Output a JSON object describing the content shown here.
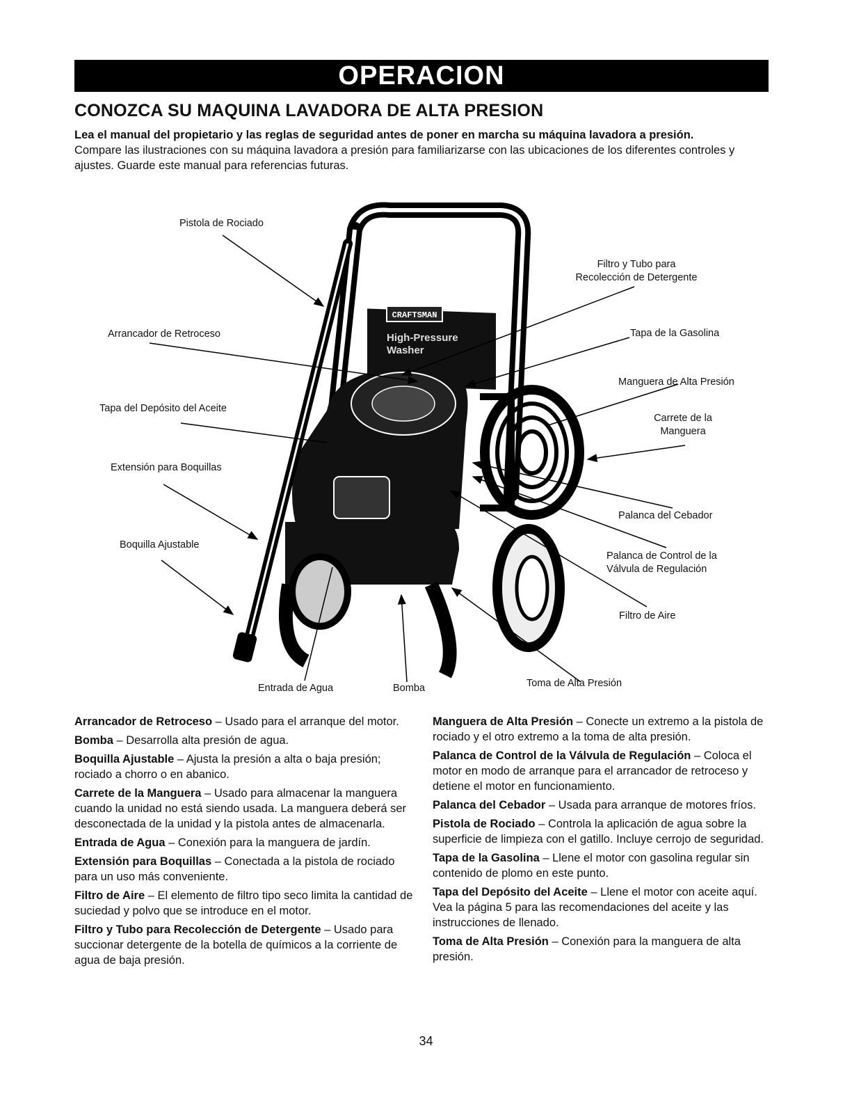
{
  "section_banner": "OPERACION",
  "heading": "CONOZCA SU MAQUINA LAVADORA DE ALTA PRESION",
  "intro": {
    "lead": "Lea el manual del propietario y las reglas de seguridad antes de poner en marcha su máquina lavadora a presión.",
    "body": "Compare las ilustraciones con su máquina lavadora a presión para familiarizarse con las ubicaciones de los diferentes controles y ajustes. Guarde este manual para referencias futuras."
  },
  "figure": {
    "brand": "CRAFTSMAN",
    "product_line1": "High-Pressure",
    "product_line2": "Washer",
    "callouts": {
      "pistola": "Pistola de Rociado",
      "arrancador": "Arrancador de Retroceso",
      "tapa_aceite": "Tapa del Depósito del Aceite",
      "extension": "Extensión para Boquillas",
      "boquilla": "Boquilla Ajustable",
      "entrada": "Entrada de Agua",
      "bomba": "Bomba",
      "toma": "Toma de Alta Presión",
      "filtro_tubo_1": "Filtro y Tubo para",
      "filtro_tubo_2": "Recolección de Detergente",
      "tapa_gasolina": "Tapa de la Gasolina",
      "manguera": "Manguera de Alta Presión",
      "carrete_1": "Carrete de la",
      "carrete_2": "Manguera",
      "cebador": "Palanca del Cebador",
      "palanca_control_1": "Palanca de Control de la",
      "palanca_control_2": "Válvula de Regulación",
      "filtro_aire": "Filtro de Aire"
    }
  },
  "definitions_left": [
    {
      "term": "Arrancador de Retroceso",
      "text": " – Usado para el arranque del motor."
    },
    {
      "term": "Bomba",
      "text": " – Desarrolla alta presión de agua."
    },
    {
      "term": "Boquilla Ajustable",
      "text": " – Ajusta la presión a alta o baja presión; rociado a chorro o en abanico."
    },
    {
      "term": "Carrete de la Manguera",
      "text": " – Usado para almacenar la manguera cuando la unidad no está siendo usada. La manguera deberá ser desconectada de la unidad y la pistola antes de almacenarla."
    },
    {
      "term": "Entrada de Agua",
      "text": " – Conexión para la manguera de jardín."
    },
    {
      "term": "Extensión para Boquillas",
      "text": " – Conectada a la pistola de rociado para un uso más conveniente."
    },
    {
      "term": "Filtro de Aire",
      "text": " – El elemento de filtro tipo seco limita la cantidad de suciedad y polvo que se introduce en el motor."
    },
    {
      "term": "Filtro y Tubo para Recolección de Detergente",
      "text": " – Usado para succionar detergente de la botella de químicos a la corriente de agua de baja presión."
    }
  ],
  "definitions_right": [
    {
      "term": "Manguera de Alta Presión",
      "text": " – Conecte un extremo a la pistola de rociado y el otro extremo a la toma de alta presión."
    },
    {
      "term": "Palanca de Control de la Válvula de Regulación",
      "text": " – Coloca el motor en modo de arranque para el arrancador de retroceso y detiene el motor en funcionamiento."
    },
    {
      "term": "Palanca del Cebador",
      "text": " – Usada para arranque de motores fríos."
    },
    {
      "term": "Pistola de Rociado",
      "text": " – Controla la aplicación de agua sobre la superficie de limpieza con el gatillo. Incluye cerrojo de seguridad."
    },
    {
      "term": "Tapa de la Gasolina",
      "text": " – Llene el motor con gasolina regular sin contenido de plomo en este punto."
    },
    {
      "term": "Tapa del Depósito del Aceite",
      "text": " – Llene el motor con aceite aquí. Vea la página 5 para las recomendaciones del aceite y las instrucciones de llenado."
    },
    {
      "term": "Toma de Alta Presión",
      "text": " – Conexión para la manguera de alta presión."
    }
  ],
  "page_number": "34"
}
